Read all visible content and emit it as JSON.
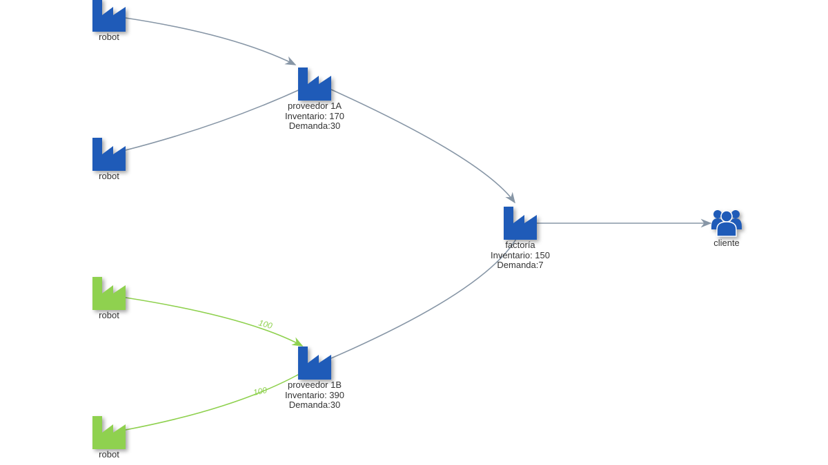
{
  "colors": {
    "blue": "#1f5bb8",
    "green": "#8fd14f",
    "edge": "#8796a6"
  },
  "nodes": {
    "robot1": {
      "label": "robot",
      "icon": "factory-icon"
    },
    "robot2": {
      "label": "robot",
      "icon": "factory-icon"
    },
    "robot3": {
      "label": "robot",
      "icon": "factory-icon"
    },
    "robot4": {
      "label": "robot",
      "icon": "factory-icon"
    },
    "prov1a": {
      "name": "proveedor 1A",
      "inventory": "Inventario: 170",
      "demand": "Demanda:30",
      "icon": "factory-icon"
    },
    "prov1b": {
      "name": "proveedor 1B",
      "inventory": "Inventario: 390",
      "demand": "Demanda:30",
      "icon": "factory-icon"
    },
    "factoria": {
      "name": "factoría",
      "inventory": "Inventario: 150",
      "demand": "Demanda:7",
      "icon": "factory-icon"
    },
    "cliente": {
      "label": "cliente",
      "icon": "users-icon"
    }
  },
  "edges": {
    "robot3_prov1b": "100",
    "robot4_prov1b": "100"
  }
}
